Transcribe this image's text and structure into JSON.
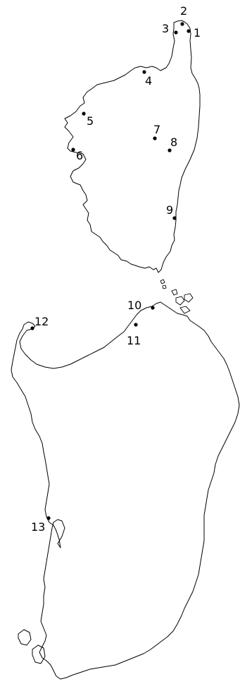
{
  "map": {
    "ink_color": "#000000",
    "background_color": "#ffffff",
    "markers": [
      {
        "id": "1",
        "label": "1"
      },
      {
        "id": "2",
        "label": "2"
      },
      {
        "id": "3",
        "label": "3"
      },
      {
        "id": "4",
        "label": "4"
      },
      {
        "id": "5",
        "label": "5"
      },
      {
        "id": "6",
        "label": "6"
      },
      {
        "id": "7",
        "label": "7"
      },
      {
        "id": "8",
        "label": "8"
      },
      {
        "id": "9",
        "label": "9"
      },
      {
        "id": "10",
        "label": "10"
      },
      {
        "id": "11",
        "label": "11"
      },
      {
        "id": "12",
        "label": "12"
      },
      {
        "id": "13",
        "label": "13"
      }
    ]
  }
}
